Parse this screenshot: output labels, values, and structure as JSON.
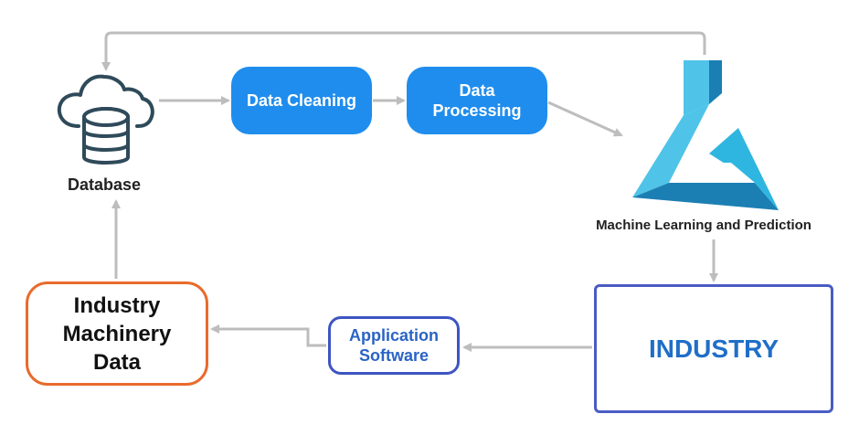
{
  "nodes": {
    "database": {
      "label": "Database"
    },
    "data_cleaning": {
      "label": "Data Cleaning"
    },
    "data_processing": {
      "lines": [
        "Data",
        "Processing"
      ]
    },
    "ml": {
      "label": "Machine Learning and Prediction"
    },
    "industry": {
      "label": "INDUSTRY"
    },
    "application_software": {
      "lines": [
        "Application",
        "Software"
      ]
    },
    "industry_machinery_data": {
      "lines": [
        "Industry",
        "Machinery",
        "Data"
      ]
    }
  },
  "icons": {
    "database": "database-cloud-icon",
    "ml": "flask-icon"
  },
  "colors": {
    "process_blue": "#1f8ded",
    "orange_border": "#e86b2c",
    "app_border": "#3e55c2",
    "industry_text": "#1f6fc8",
    "arrow_gray": "#bdbdbd",
    "icon_dark": "#2f4a5a",
    "flask_light": "#4fc3e8",
    "flask_dark": "#1b7fb3"
  }
}
